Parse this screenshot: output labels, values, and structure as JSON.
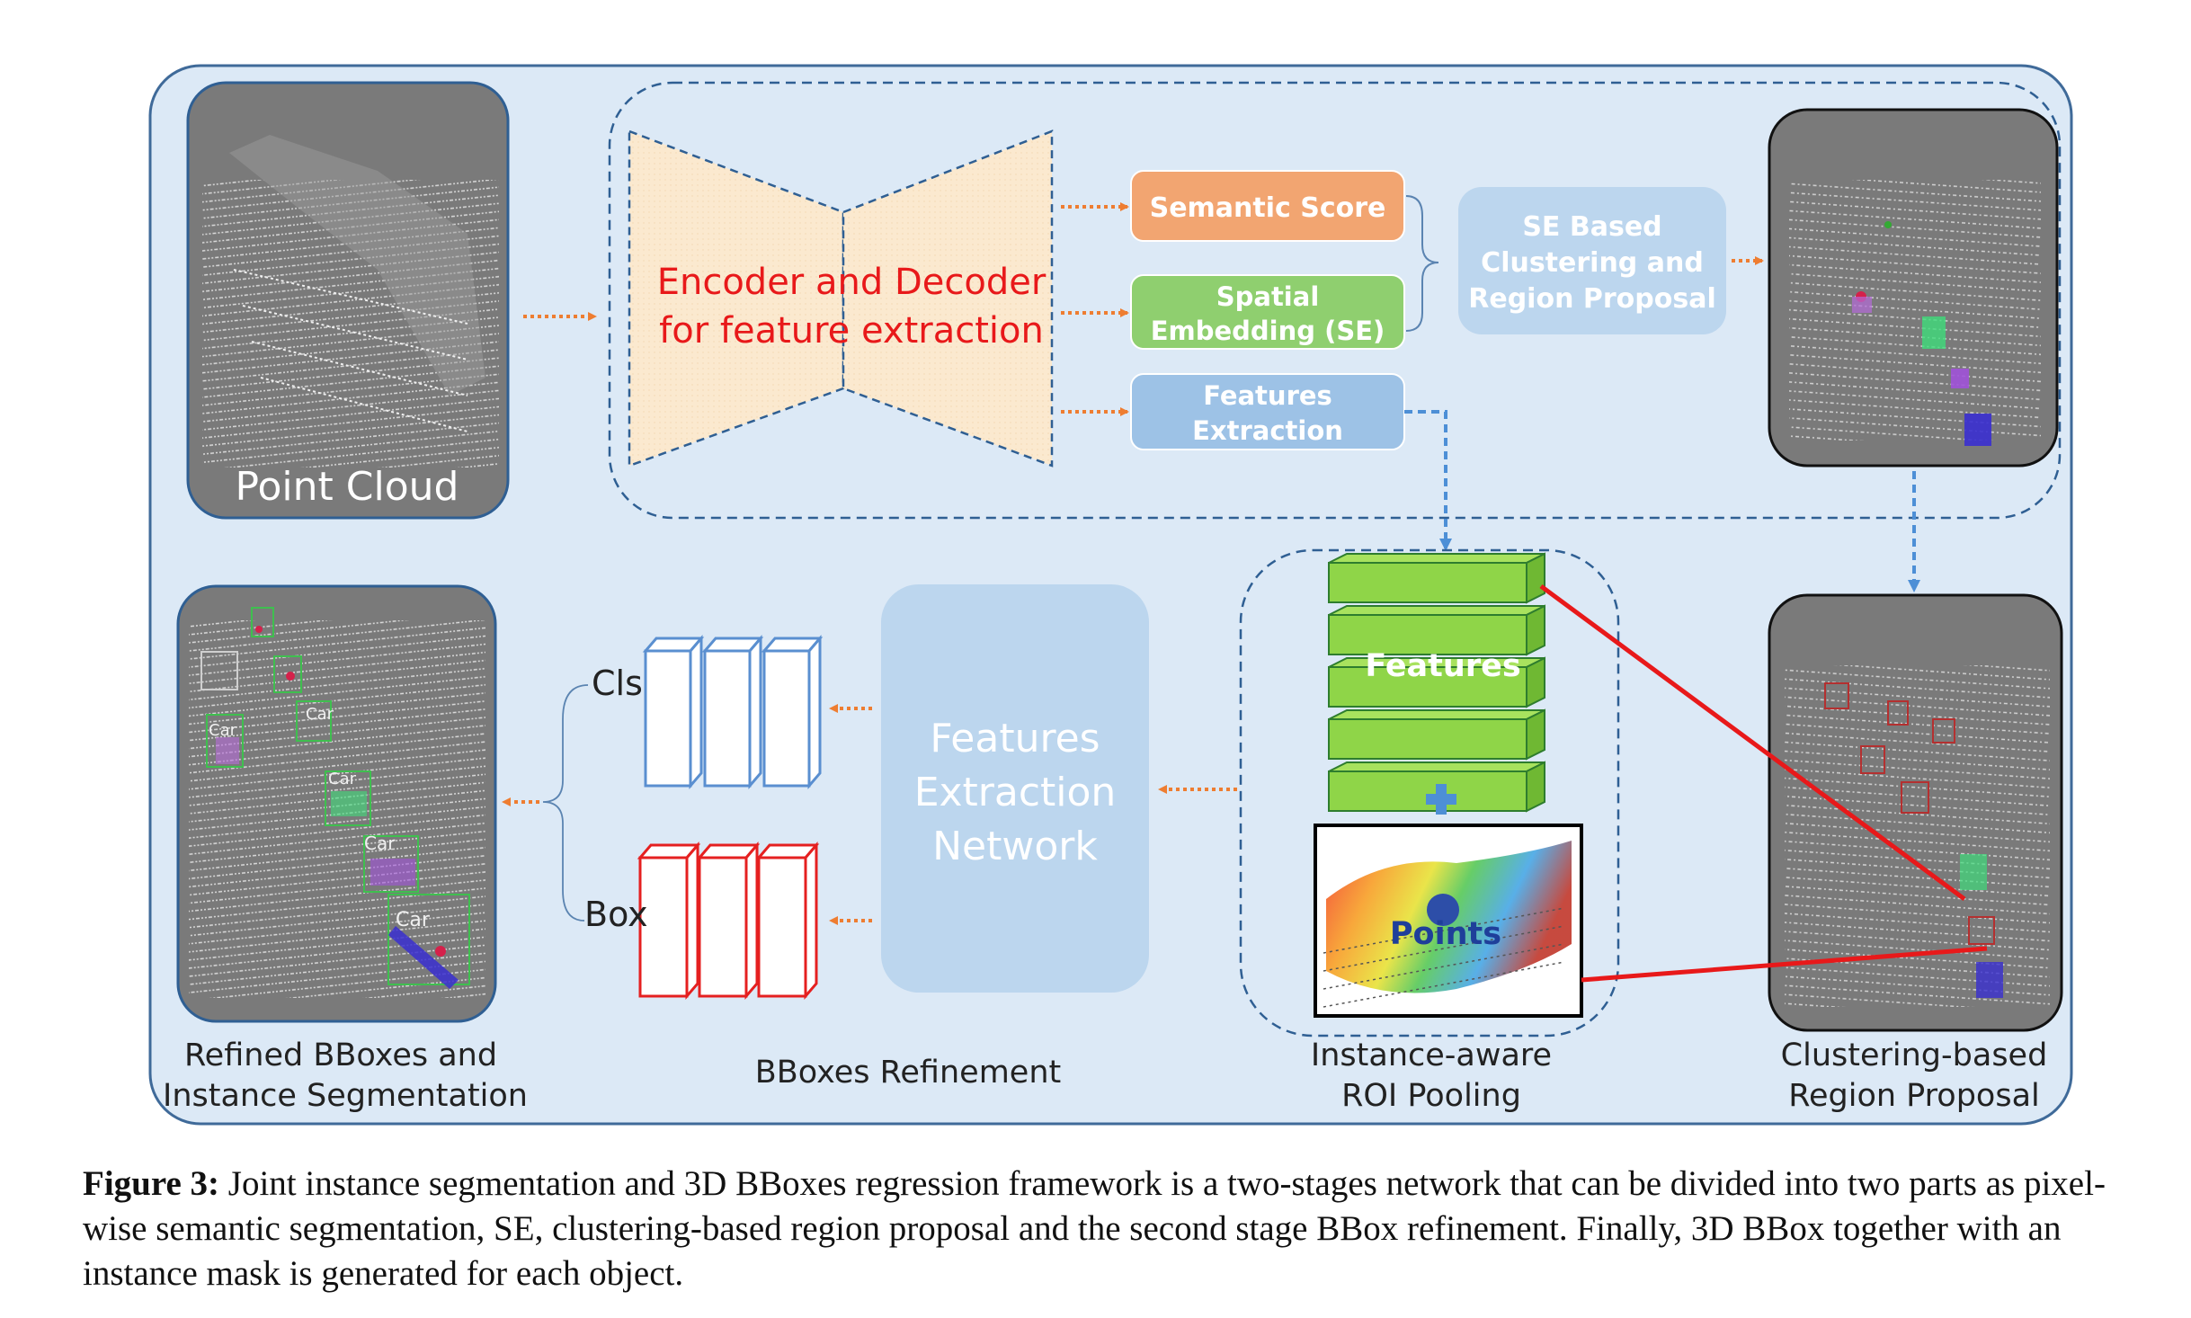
{
  "figure": {
    "panels": {
      "point_cloud": "Point Cloud",
      "encoder_decoder": [
        "Encoder and Decoder",
        "for feature  extraction"
      ],
      "semantic_score": "Semantic Score",
      "spatial_embedding": [
        "Spatial",
        "Embedding (SE)"
      ],
      "features_extraction": [
        "Features",
        "Extraction"
      ],
      "se_clustering": [
        "SE Based",
        "Clustering and",
        "Region Proposal"
      ],
      "features_stack": "Features",
      "points": "Points",
      "fe_network": [
        "Features",
        "Extraction",
        "Network"
      ],
      "cls": "Cls",
      "box": "Box",
      "car_tag": "Car"
    },
    "captions": {
      "refined": [
        "Refined BBoxes and",
        "Instance Segmentation"
      ],
      "bbox_refinement": "BBoxes  Refinement",
      "roi_pooling": [
        "Instance-aware",
        "ROI Pooling"
      ],
      "clustering": [
        "Clustering-based",
        "Region Proposal"
      ]
    },
    "colors": {
      "panel_bg": "#dce9f6",
      "panel_border": "#3f6a99",
      "semantic": "#f2a571",
      "se": "#8fcf6f",
      "features_box": "#9dc2e6",
      "se_cluster": "#bcd6ee",
      "green_stack": "#8fd548",
      "arrow_orange": "#ee7d31",
      "arrow_blue": "#4d8fd6",
      "red_line": "#e8191a",
      "cls_blue": "#5a8fd0",
      "box_red": "#e52020"
    }
  },
  "caption": {
    "label": "Figure 3:",
    "text": "Joint instance segmentation and 3D BBoxes regression framework is a two-stages network that can be divided into two parts as pixel-wise semantic segmentation, SE, clustering-based region proposal and the second stage BBox refinement. Finally, 3D BBox together with an instance mask is generated for each object."
  }
}
